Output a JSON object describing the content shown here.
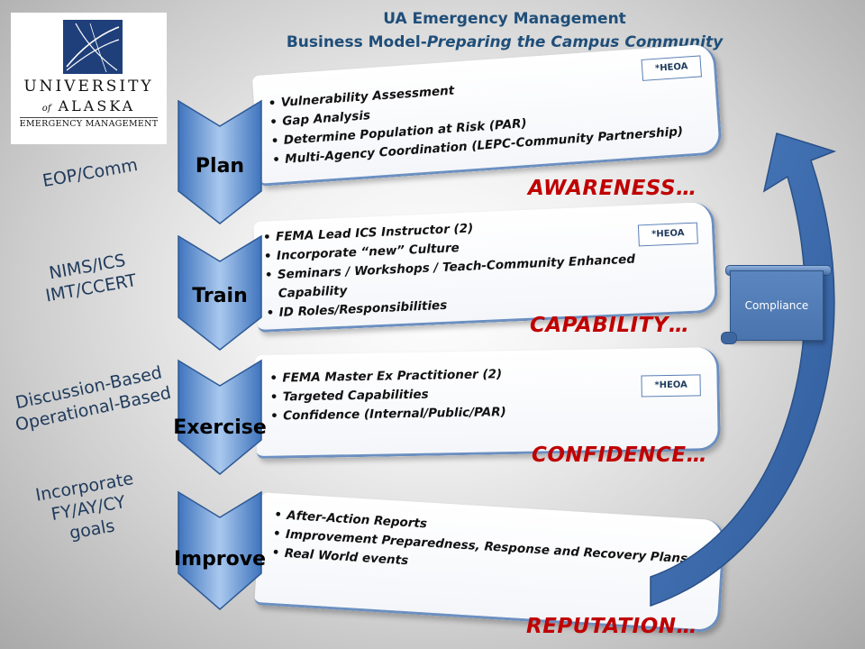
{
  "title": {
    "line1": "UA Emergency Management",
    "line2_prefix": "Business Model-",
    "line2_italic": "Preparing the Campus Community"
  },
  "logo": {
    "line1": "UNIVERSITY",
    "of": "of",
    "line2": "ALASKA",
    "line3": "EMERGENCY MANAGEMENT"
  },
  "side_labels": {
    "plan": "EOP/Comm",
    "train_line1": "NIMS/ICS",
    "train_line2": "IMT/CCERT",
    "exercise_line1": "Discussion-Based",
    "exercise_line2": "Operational-Based",
    "improve_line1": "Incorporate",
    "improve_line2": "FY/AY/CY",
    "improve_line3": "goals"
  },
  "stages": [
    {
      "label": "Plan",
      "items": [
        "Vulnerability Assessment",
        "Gap Analysis",
        "Determine Population at Risk (PAR)",
        "Multi-Agency Coordination (LEPC-Community Partnership)"
      ],
      "tag": "*HEOA",
      "outcome": "AWARENESS…"
    },
    {
      "label": "Train",
      "items": [
        "FEMA Lead ICS Instructor (2)",
        "Incorporate “new” Culture",
        "Seminars / Workshops / Teach-Community Enhanced Capability",
        "ID Roles/Responsibilities"
      ],
      "tag": "*HEOA",
      "outcome": "CAPABILITY…"
    },
    {
      "label": "Exercise",
      "items": [
        "FEMA Master Ex Practitioner (2)",
        "Targeted Capabilities",
        "Confidence (Internal/Public/PAR)"
      ],
      "tag": "*HEOA",
      "outcome": "CONFIDENCE…"
    },
    {
      "label": "Improve",
      "items": [
        "After-Action Reports",
        "Improvement Preparedness, Response and Recovery Plans",
        "Real World events"
      ],
      "outcome": "REPUTATION…"
    }
  ],
  "compliance": "Compliance",
  "colors": {
    "title": "#1f4e79",
    "chevron": "#5b8fd0",
    "outcome": "#c00000",
    "compliance": "#4f7bb6"
  }
}
